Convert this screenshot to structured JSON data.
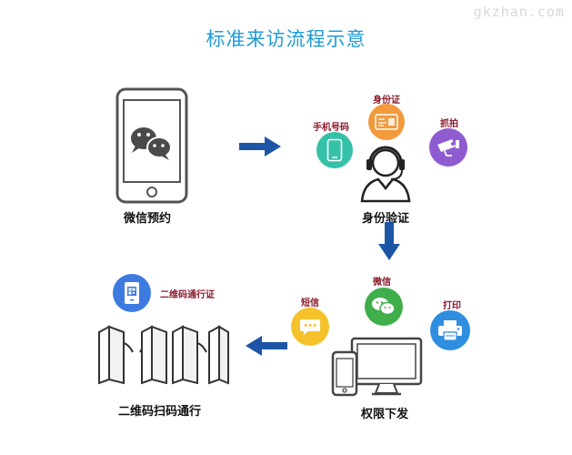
{
  "title": "标准来访流程示意",
  "watermark": "gkzhan.com",
  "steps": {
    "wechat_booking": {
      "label": "微信预约"
    },
    "identity_verification": {
      "label": "身份验证",
      "methods": [
        {
          "label": "手机号码",
          "color": "#35c1a8",
          "icon": "phone-icon"
        },
        {
          "label": "身份证",
          "color": "#f29a3c",
          "icon": "id-card-icon"
        },
        {
          "label": "抓拍",
          "color": "#8e5bd1",
          "icon": "camera-icon"
        }
      ]
    },
    "permission_issue": {
      "label": "权限下发",
      "methods": [
        {
          "label": "短信",
          "color": "#f6c22b",
          "icon": "sms-icon"
        },
        {
          "label": "微信",
          "color": "#3fae4b",
          "icon": "wechat-icon"
        },
        {
          "label": "打印",
          "color": "#2f8ee0",
          "icon": "printer-icon"
        }
      ]
    },
    "qr_pass": {
      "label": "二维码扫码通行",
      "credential": {
        "label": "二维码通行证",
        "color": "#3d7be0",
        "icon": "qr-code-icon"
      }
    }
  },
  "colors": {
    "arrow": "#1d55a6",
    "title": "#1e9bd7",
    "method_label": "#8b1a2b"
  }
}
